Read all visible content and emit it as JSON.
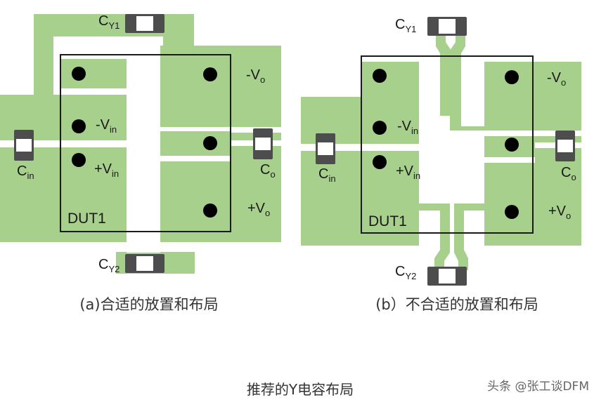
{
  "colors": {
    "copper": "#a8d08d",
    "cap_body": "#4d4d4d",
    "cap_center": "#ffffff",
    "outline": "#1a1a1a",
    "pin": "#000000"
  },
  "left": {
    "caption": "(a)合适的放置和布局",
    "dut": "DUT1",
    "cy1": {
      "main": "C",
      "sub": "Y1"
    },
    "cy2": {
      "main": "C",
      "sub": "Y2"
    },
    "cin": {
      "main": "C",
      "sub": "in"
    },
    "co": {
      "main": "C",
      "sub": "o"
    },
    "vin_minus": {
      "main": "-V",
      "sub": "in"
    },
    "vin_plus": {
      "main": "+V",
      "sub": "in"
    },
    "vo_minus": {
      "main": "-V",
      "sub": "o"
    },
    "vo_plus": {
      "main": "+V",
      "sub": "o"
    }
  },
  "right": {
    "caption": "(b）不合适的放置和布局",
    "dut": "DUT1",
    "cy1": {
      "main": "C",
      "sub": "Y1"
    },
    "cy2": {
      "main": "C",
      "sub": "Y2"
    },
    "cin": {
      "main": "C",
      "sub": "in"
    },
    "co": {
      "main": "C",
      "sub": "o"
    },
    "vin_minus": {
      "main": "-V",
      "sub": "in"
    },
    "vin_plus": {
      "main": "+V",
      "sub": "in"
    },
    "vo_minus": {
      "main": "-V",
      "sub": "o"
    },
    "vo_plus": {
      "main": "+V",
      "sub": "o"
    }
  },
  "title": "推荐的Y电容布局",
  "watermark": "头条 @张工谈DFM"
}
